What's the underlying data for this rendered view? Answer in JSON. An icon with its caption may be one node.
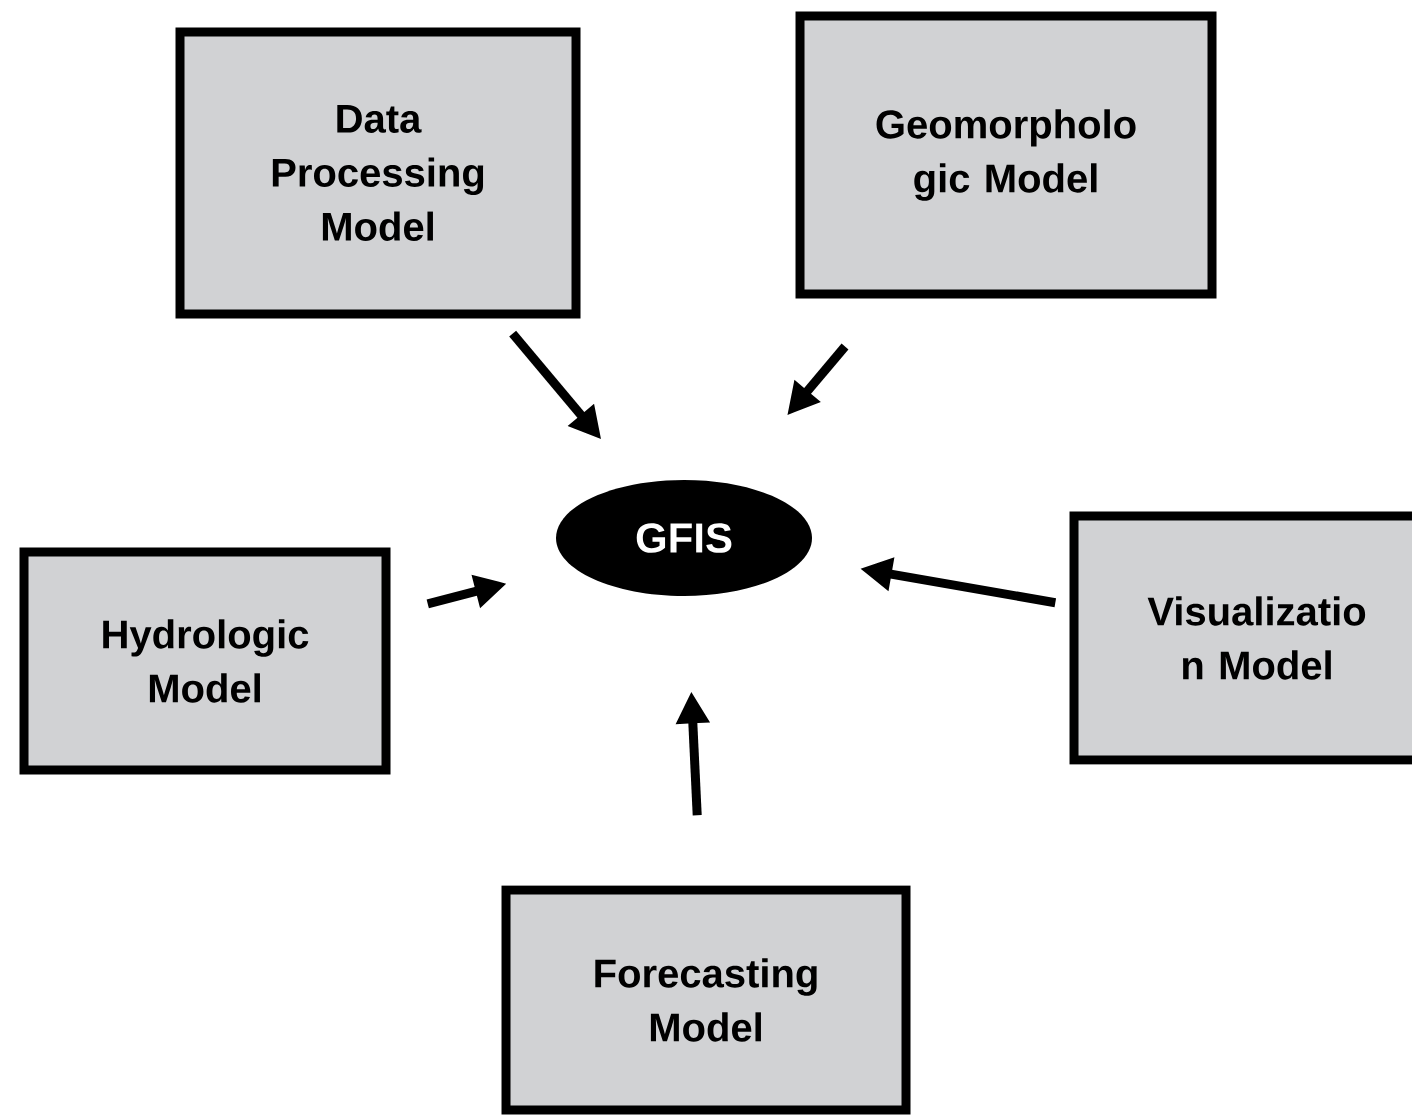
{
  "diagram": {
    "nodes": [
      {
        "text": [
          "Data Processing Model"
        ]
      },
      {
        "text": [
          "Geomorpholo gic Model"
        ]
      },
      {
        "text": [
          "GFIS"
        ]
      },
      {
        "text": [
          "Hydrologic Model"
        ]
      },
      {
        "text": [
          "Visualizatio n Model"
        ]
      },
      {
        "text": [
          "Forecasting Model"
        ]
      }
    ],
    "edges": [
      {
        "from": 0,
        "to": 2,
        "arrow": "to"
      },
      {
        "from": 1,
        "to": 2,
        "arrow": "to"
      },
      {
        "from": 3,
        "to": 2,
        "arrow": "to"
      },
      {
        "from": 4,
        "to": 2,
        "arrow": "to"
      },
      {
        "from": 5,
        "to": 2,
        "arrow": "to"
      }
    ]
  }
}
